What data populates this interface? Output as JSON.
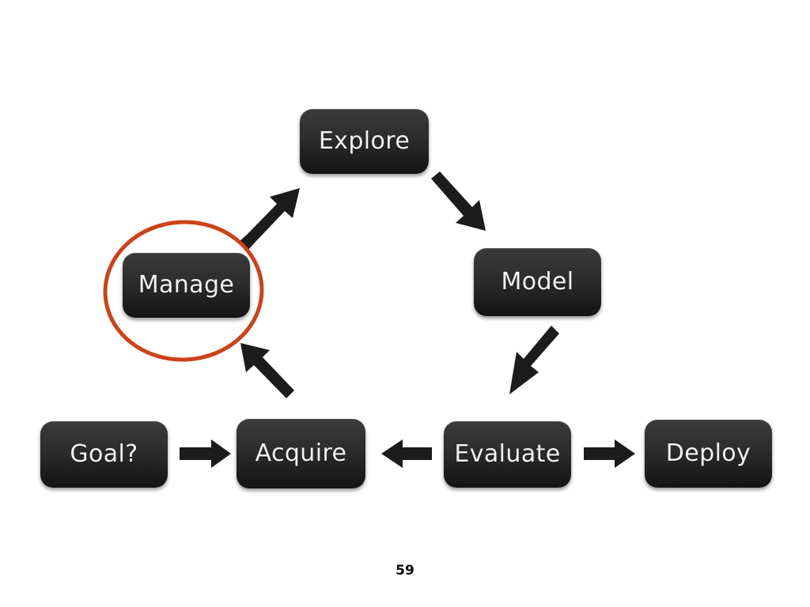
{
  "slide": {
    "page_number": "59",
    "background_color": "#ffffff"
  },
  "diagram": {
    "type": "cycle-flow",
    "node_fill_top": "#3b3b3b",
    "node_fill_bottom": "#141414",
    "node_text_color": "#f2f2f2",
    "arrow_color": "#1c1c1c",
    "highlight_color": "#cf4118",
    "nodes": [
      {
        "id": "explore",
        "label": "Explore"
      },
      {
        "id": "model",
        "label": "Model"
      },
      {
        "id": "manage",
        "label": "Manage"
      },
      {
        "id": "goal",
        "label": "Goal?"
      },
      {
        "id": "acquire",
        "label": "Acquire"
      },
      {
        "id": "evaluate",
        "label": "Evaluate"
      },
      {
        "id": "deploy",
        "label": "Deploy"
      }
    ],
    "edges": [
      {
        "from": "goal",
        "to": "acquire",
        "direction": "right"
      },
      {
        "from": "evaluate",
        "to": "acquire",
        "direction": "left"
      },
      {
        "from": "evaluate",
        "to": "deploy",
        "direction": "right"
      },
      {
        "from": "acquire",
        "to": "manage",
        "direction": "up-left"
      },
      {
        "from": "manage",
        "to": "explore",
        "direction": "up-right"
      },
      {
        "from": "explore",
        "to": "model",
        "direction": "down-right"
      },
      {
        "from": "model",
        "to": "evaluate",
        "direction": "down-left"
      }
    ],
    "highlight": {
      "target": "manage",
      "shape": "ellipse",
      "stroke_color": "#cf4118"
    }
  }
}
